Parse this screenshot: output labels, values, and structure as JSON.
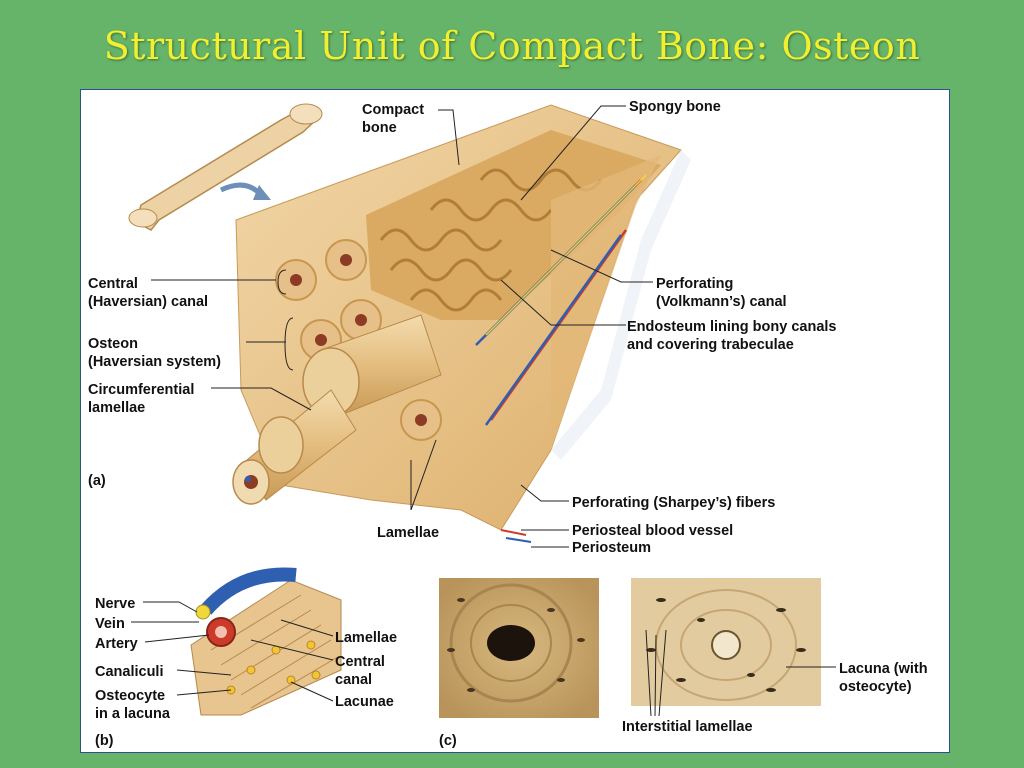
{
  "slide": {
    "title": "Structural Unit of Compact Bone: Osteon"
  },
  "figure_a": {
    "panel_label": "(a)",
    "labels": {
      "compact_bone_1": "Compact",
      "compact_bone_2": "bone",
      "spongy_bone": "Spongy bone",
      "central_canal_1": "Central",
      "central_canal_2": "(Haversian) canal",
      "osteon_1": "Osteon",
      "osteon_2": "(Haversian system)",
      "circumferential_1": "Circumferential",
      "circumferential_2": "lamellae",
      "perforating_canal_1": "Perforating",
      "perforating_canal_2": "(Volkmann’s) canal",
      "endosteum_1": "Endosteum lining bony canals",
      "endosteum_2": "and covering trabeculae",
      "lamellae": "Lamellae",
      "sharpey": "Perforating (Sharpey’s) fibers",
      "periosteal_vessel": "Periosteal blood vessel",
      "periosteum": "Periosteum"
    }
  },
  "figure_b": {
    "panel_label": "(b)",
    "labels": {
      "nerve": "Nerve",
      "vein": "Vein",
      "artery": "Artery",
      "canaliculi": "Canaliculi",
      "osteocyte_1": "Osteocyte",
      "osteocyte_2": "in a lacuna",
      "lamellae": "Lamellae",
      "central_canal_1": "Central",
      "central_canal_2": "canal",
      "lacunae": "Lacunae"
    }
  },
  "figure_c": {
    "panel_label": "(c)",
    "labels": {
      "lacuna_1": "Lacuna (with",
      "lacuna_2": "osteocyte)",
      "interstitial": "Interstitial lamellae"
    }
  },
  "colors": {
    "background": "#66b36a",
    "title": "#f2ee30",
    "bone": "#e8c48e",
    "spongy": "#d9a860",
    "artery": "#cc3a2a",
    "vein": "#2f5fb0",
    "nerve": "#f0d83a"
  }
}
